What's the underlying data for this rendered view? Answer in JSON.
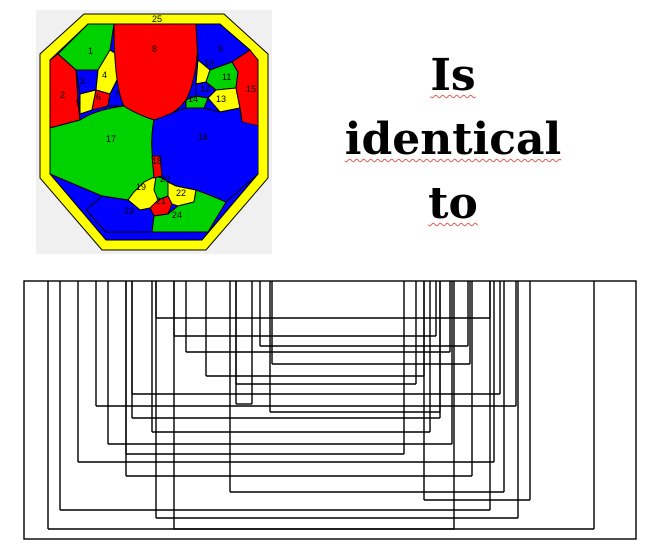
{
  "heading": {
    "line1": "Is",
    "line2": "identical",
    "line3": "to"
  },
  "map": {
    "colors": {
      "red": "#ff0000",
      "green": "#00d200",
      "blue": "#0000ff",
      "yellow": "#ffff00",
      "border": "#ffff00"
    },
    "region_labels": [
      "1",
      "2",
      "3",
      "4",
      "5",
      "6",
      "7",
      "8",
      "9",
      "10",
      "11",
      "12",
      "13",
      "14",
      "15",
      "16",
      "17",
      "18",
      "19",
      "20",
      "21",
      "22",
      "23",
      "24",
      "25"
    ]
  },
  "graph": {
    "line_color": "#000000"
  }
}
